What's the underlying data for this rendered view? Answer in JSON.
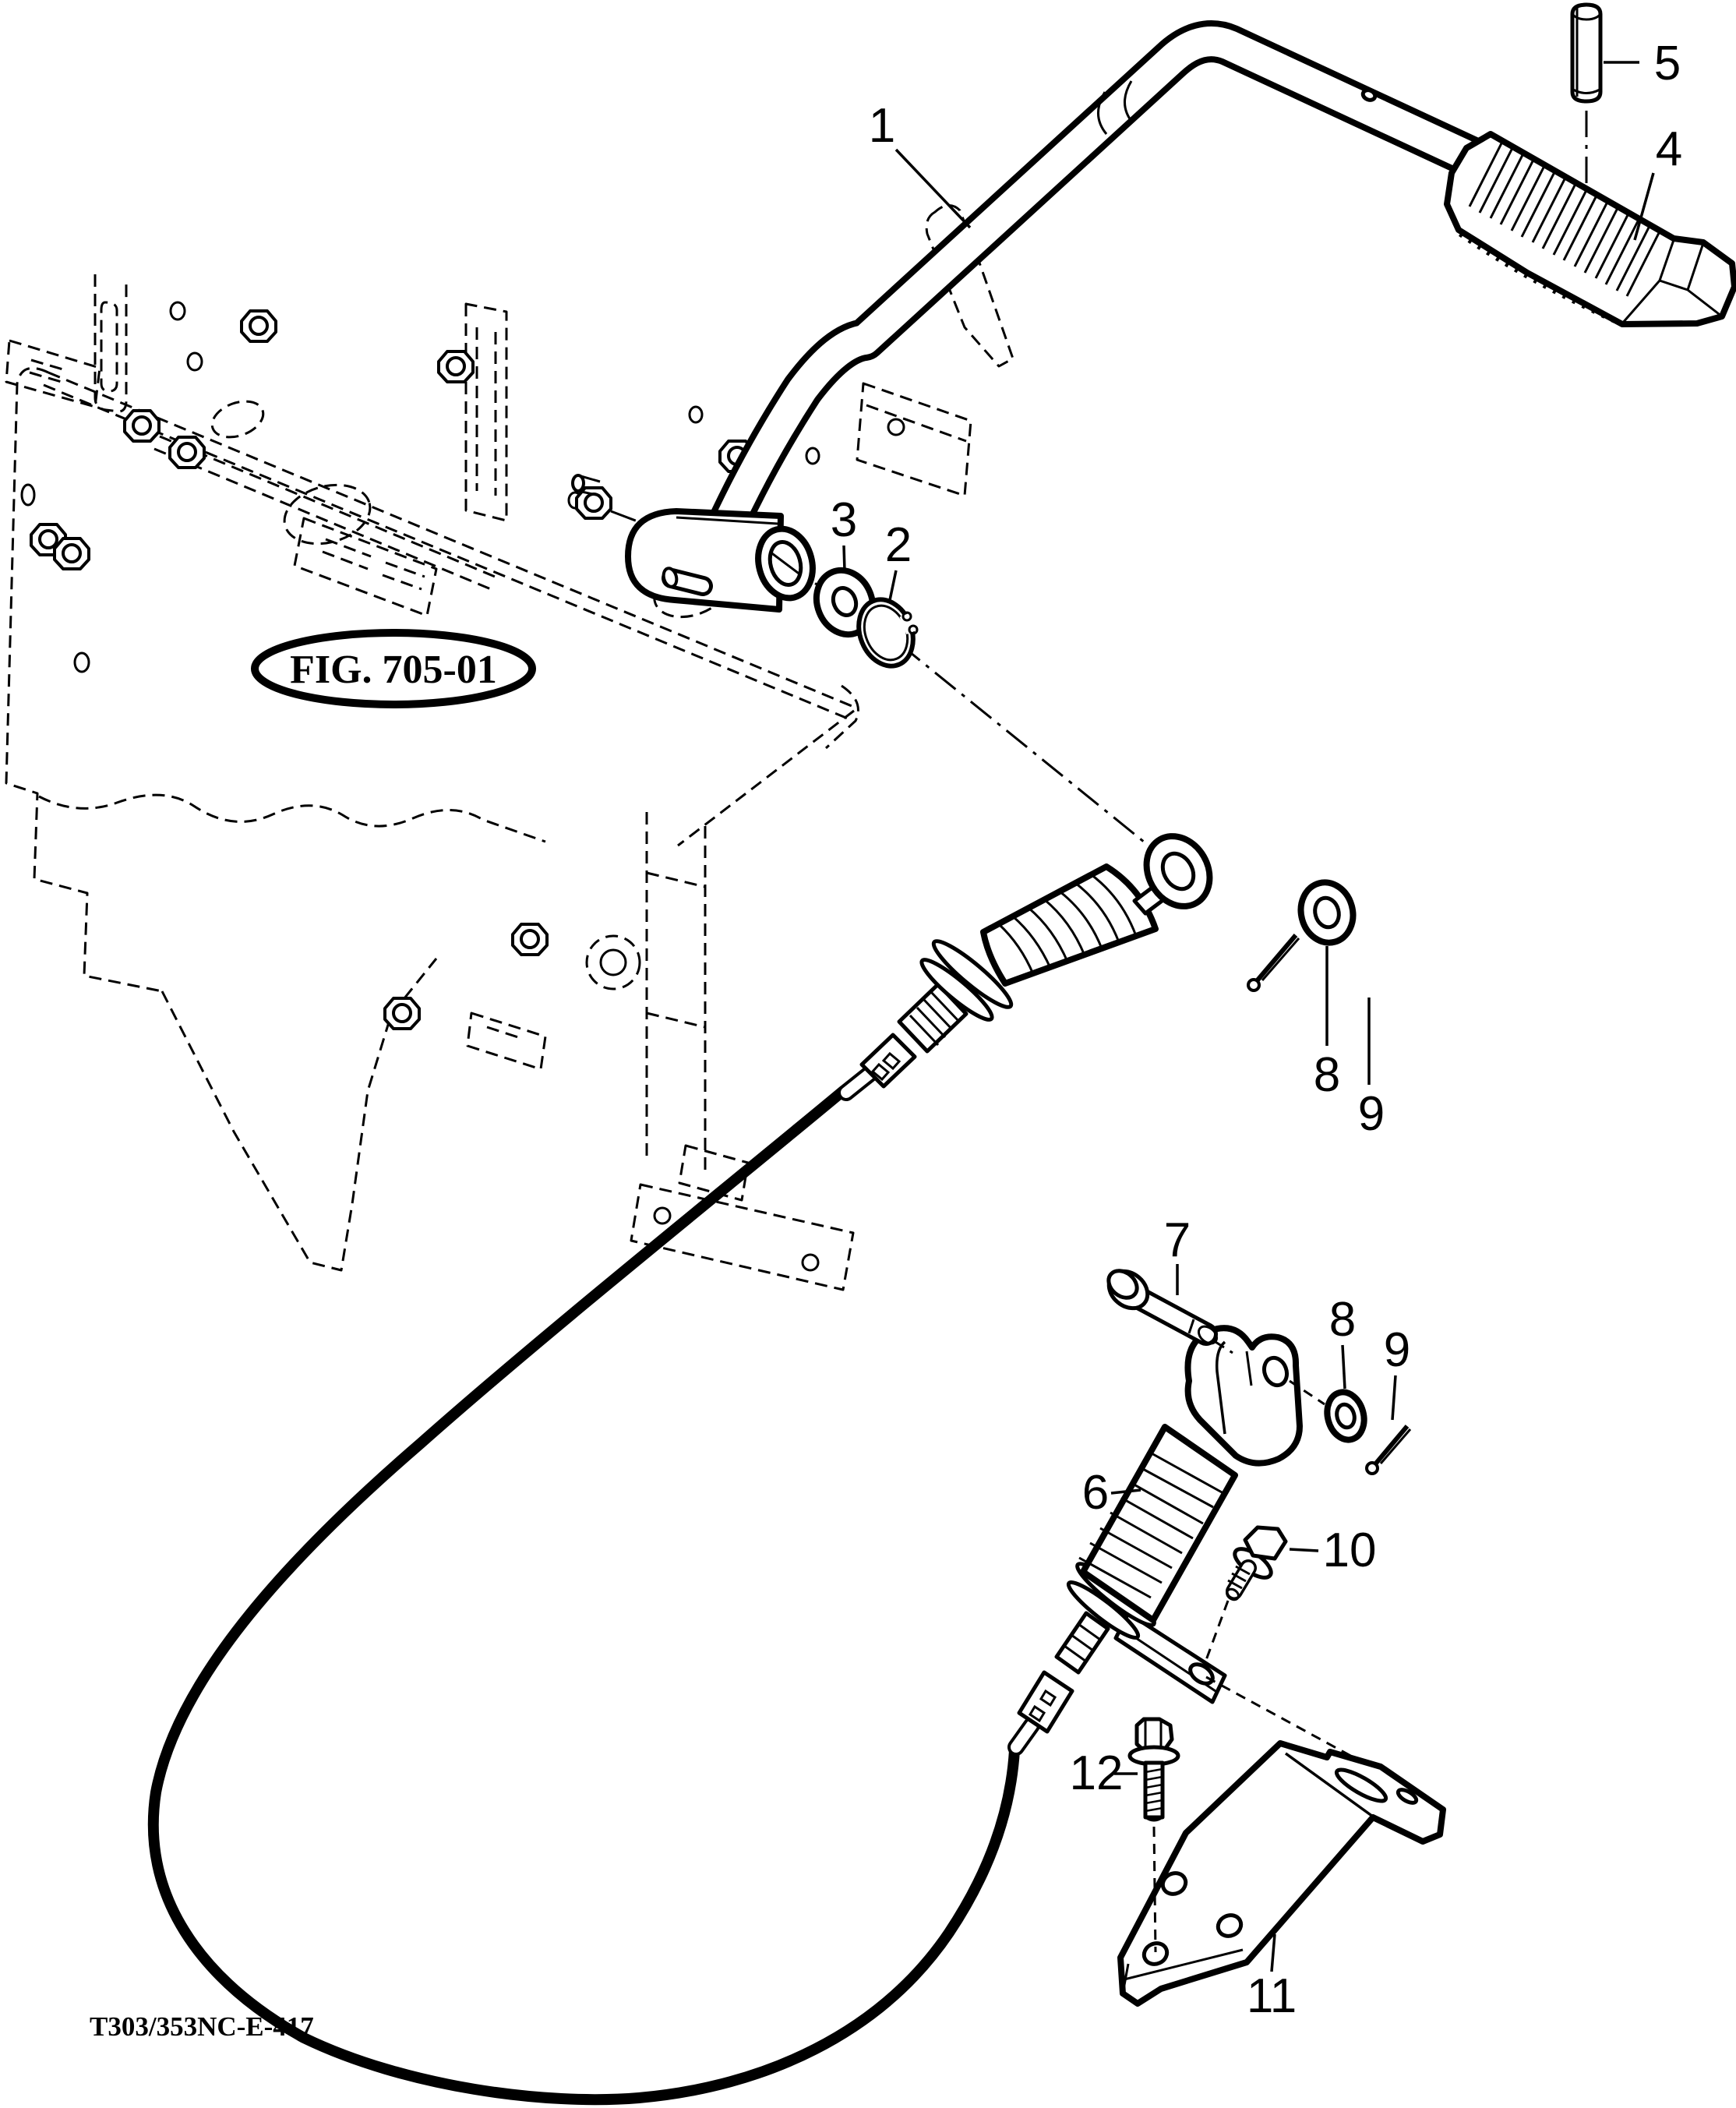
{
  "figure": {
    "title": "FIG. 705-01",
    "doc_code": "T303/353NC-E-417"
  },
  "colors": {
    "ink": "#000000",
    "paper": "#ffffff"
  },
  "callouts": [
    {
      "n": "1"
    },
    {
      "n": "5"
    },
    {
      "n": "4"
    },
    {
      "n": "3"
    },
    {
      "n": "2"
    },
    {
      "n": "8"
    },
    {
      "n": "9"
    },
    {
      "n": "7"
    },
    {
      "n": "8"
    },
    {
      "n": "9"
    },
    {
      "n": "6"
    },
    {
      "n": "10"
    },
    {
      "n": "12"
    },
    {
      "n": "11"
    }
  ]
}
